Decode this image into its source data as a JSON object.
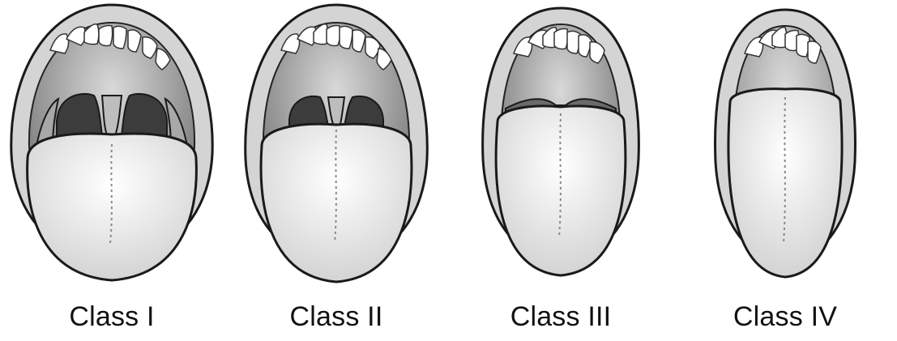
{
  "figure": {
    "panels": [
      {
        "id": "class-1",
        "label": "Class I"
      },
      {
        "id": "class-2",
        "label": "Class II"
      },
      {
        "id": "class-3",
        "label": "Class III"
      },
      {
        "id": "class-4",
        "label": "Class IV"
      }
    ]
  },
  "colors": {
    "background": "#ffffff",
    "outline": "#1a1a1a",
    "lip": "#d4d4d4",
    "tongue": "#f4f4f4",
    "palate": "#8a8a8a",
    "throat": "#3c3c3c",
    "teeth": "#ffffff"
  },
  "icons": [
    "mouth-illustration",
    "tongue",
    "uvula",
    "tonsillar-pillar",
    "teeth"
  ]
}
